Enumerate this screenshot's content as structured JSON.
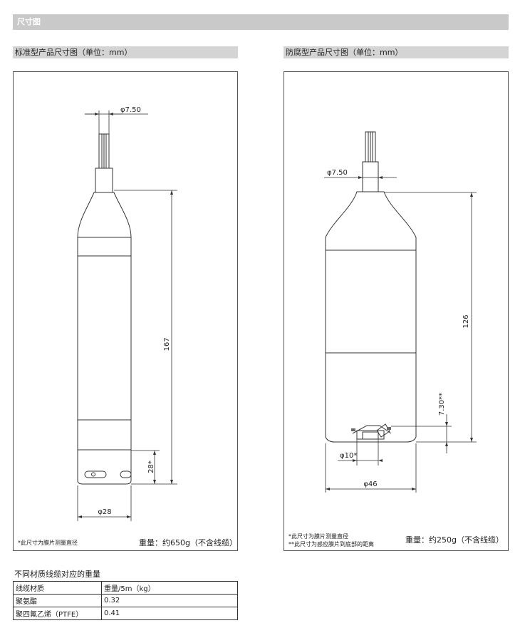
{
  "section": {
    "title": "尺寸图"
  },
  "left": {
    "title": "标准型产品尺寸图（单位：mm）",
    "dims": {
      "cable_dia": "φ7.50",
      "length": "167",
      "bottom": "28*",
      "dia": "φ28"
    },
    "note": "*此尺寸为膜片测量直径",
    "weight": "重量：约650g（不含线缆）"
  },
  "right": {
    "title": "防腐型产品尺寸图（单位：mm）",
    "dims": {
      "cable_dia": "φ7.50",
      "length": "126",
      "bottom": "7.30**",
      "inner_dia": "φ10*",
      "dia": "φ46"
    },
    "note1": "*此尺寸为膜片测量直径",
    "note2": "**此尺寸为感应膜片到底部的距离",
    "weight": "重量：约250g（不含线缆）"
  },
  "table": {
    "title": "不同材质线缆对应的重量",
    "header": [
      "线缆材质",
      "重量/5m（kg）"
    ],
    "rows": [
      [
        "聚氨酯",
        "0.32"
      ],
      [
        "聚四氟乙烯（PTFE）",
        "0.41"
      ]
    ]
  }
}
